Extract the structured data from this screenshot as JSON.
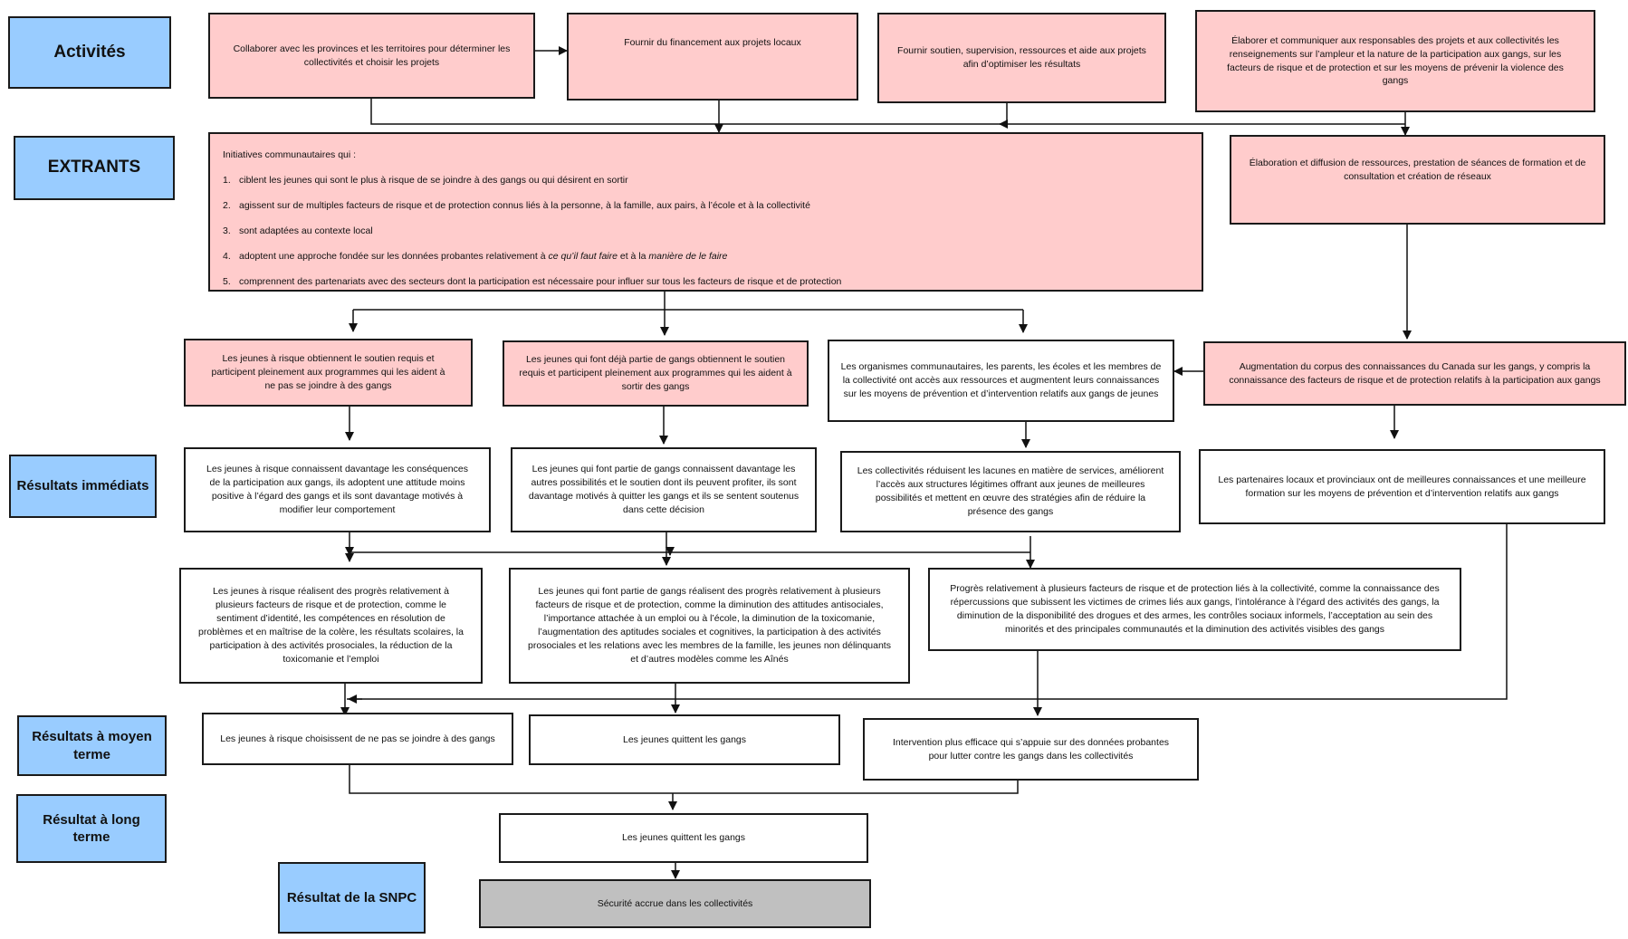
{
  "labels": {
    "activites": "Activités",
    "extrants": "EXTRANTS",
    "resultats_immediats": "Résultats immédiats",
    "resultats_moyen_terme": "Résultats à moyen terme",
    "resultat_long_terme": "Résultat à long terme",
    "resultat_snpc": "Résultat de la SNPC"
  },
  "activities": [
    "Collaborer avec les provinces et les territoires pour déterminer les collectivités et choisir les projets",
    "Fournir du financement aux projets locaux",
    "Fournir soutien, supervision, ressources et aide aux projets afin d’optimiser les résultats",
    "Élaborer et communiquer aux responsables des projets et aux collectivités les renseignements sur l’ampleur et la nature de la participation aux gangs, sur les facteurs de risque et de protection et sur les moyens de prévenir la violence des gangs"
  ],
  "outputs": {
    "intro": "Initiatives communautaires qui :",
    "items": [
      {
        "num": "1.",
        "text": "ciblent les jeunes qui sont le plus à risque de se joindre à des gangs ou qui désirent en sortir"
      },
      {
        "num": "2.",
        "text": "agissent sur de multiples facteurs de risque et de protection connus liés à la personne, à la famille, aux pairs, à l’école et à la collectivité"
      },
      {
        "num": "3.",
        "text": "sont adaptées au contexte local"
      },
      {
        "num": "4.",
        "pre": "adoptent une approche fondée sur les données probantes relativement à ",
        "em1": "ce qu’il faut faire",
        "mid": " et à la ",
        "em2": "manière de le faire"
      },
      {
        "num": "5.",
        "text": "comprennent des partenariats avec des secteurs dont la participation est nécessaire pour influer sur tous les facteurs de risque et de protection"
      }
    ],
    "resources": "Élaboration et diffusion de ressources, prestation de séances de formation et de consultation et création de réseaux"
  },
  "mid_outputs": [
    "Les jeunes à risque obtiennent le soutien requis et participent pleinement aux programmes qui les aident à ne pas se joindre à des gangs",
    "Les jeunes qui font déjà partie de gangs obtiennent le soutien requis et participent pleinement aux programmes qui les aident à sortir des gangs",
    "Les organismes communautaires, les parents, les écoles et les membres de la collectivité ont accès aux ressources et augmentent leurs connaissances sur les moyens de prévention et d’intervention relatifs aux gangs de jeunes",
    "Augmentation du corpus des connaissances du Canada sur les gangs, y compris la connaissance des facteurs de risque et de protection relatifs à la participation aux gangs"
  ],
  "immediate": [
    "Les jeunes à risque connaissent davantage les conséquences de la participation aux gangs, ils adoptent une attitude moins positive à l’égard des gangs et ils sont davantage motivés à modifier leur comportement",
    "Les jeunes qui font partie de gangs connaissent davantage les autres possibilités et le soutien dont ils peuvent profiter, ils sont davantage motivés à quitter les gangs et ils se sentent soutenus dans cette décision",
    "Les collectivités réduisent les lacunes en matière de services, améliorent l’accès aux structures légitimes offrant aux jeunes de meilleures possibilités et mettent en œuvre des stratégies afin de réduire la présence des gangs",
    "Les partenaires locaux et provinciaux ont de meilleures connaissances et une meilleure formation sur les moyens de prévention et d’intervention relatifs aux gangs"
  ],
  "progress": [
    "Les jeunes à risque réalisent des progrès relativement à plusieurs facteurs de risque et de protection, comme le sentiment d’identité, les compétences en résolution de problèmes et en maîtrise de la colère, les résultats scolaires, la participation à des activités prosociales, la réduction de la toxicomanie et l’emploi",
    "Les jeunes qui font partie de gangs réalisent des progrès relativement à plusieurs facteurs de risque et de protection, comme la diminution des attitudes antisociales, l’importance attachée à un emploi ou à l’école, la diminution de la toxicomanie, l’augmentation des aptitudes sociales et cognitives, la participation à des activités prosociales et les relations avec les membres de la famille, les jeunes non délinquants et d’autres modèles comme les Aînés",
    "Progrès relativement à plusieurs facteurs de risque et de protection liés à la collectivité, comme la connaissance des répercussions que subissent les victimes de crimes liés aux gangs, l’intolérance à l’égard des activités des gangs, la diminution de la disponibilité des drogues et des armes, les contrôles sociaux informels, l’acceptation au sein des minorités et des principales communautés et la diminution des activités visibles des gangs"
  ],
  "medium": [
    "Les jeunes à risque choisissent de ne pas se joindre à des gangs",
    "Les jeunes quittent les gangs",
    "Intervention plus efficace qui s’appuie sur des données probantes pour lutter contre les gangs dans les collectivités"
  ],
  "long_term": "Les jeunes quittent les gangs",
  "snpc": "Sécurité accrue dans les collectivités",
  "colors": {
    "label_fill": "#99ccff",
    "pink_fill": "#ffcccc",
    "grey_fill": "#c0c0c0",
    "border": "#1a1a1a"
  }
}
